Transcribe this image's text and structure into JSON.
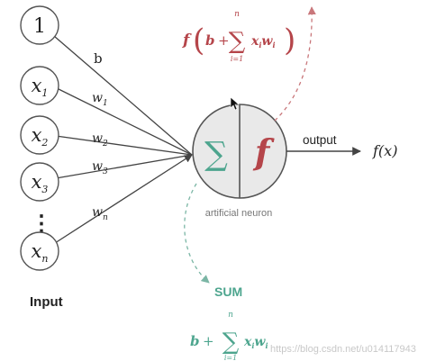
{
  "inputs": {
    "bias_node": "1",
    "nodes": [
      {
        "base": "x",
        "sub": "1"
      },
      {
        "base": "x",
        "sub": "2"
      },
      {
        "base": "x",
        "sub": "3"
      },
      {
        "base": "x",
        "sub": "n"
      }
    ],
    "ellipsis": "⋮",
    "label": "Input"
  },
  "weights": {
    "bias": "b",
    "w1": {
      "base": "w",
      "sub": "1"
    },
    "w2": {
      "base": "w",
      "sub": "2"
    },
    "w3": {
      "base": "w",
      "sub": "3"
    },
    "wn": {
      "base": "w",
      "sub": "n"
    }
  },
  "neuron": {
    "sum_symbol": "∑",
    "activation_symbol": "f",
    "caption": "artificial neuron"
  },
  "output": {
    "label": "output",
    "result": "f(x)"
  },
  "activation_formula": {
    "f": "f",
    "b": "b",
    "plus": "+",
    "sum": "∑",
    "upper": "n",
    "lower": "i=1",
    "x": "x",
    "i1": "i",
    "w": "w",
    "i2": "i",
    "lparen": "(",
    "rparen": ")"
  },
  "sum_label": "SUM",
  "sum_formula": {
    "b": "b",
    "plus": "+",
    "sum": "∑",
    "upper": "n",
    "lower": "i=1",
    "x": "x",
    "i1": "i",
    "w": "w",
    "i2": "i"
  },
  "watermark": "https://blog.csdn.net/u014117943",
  "colors": {
    "activation": "#b5454a",
    "sum": "#4da58e",
    "node_stroke": "#555555",
    "line": "#444444"
  }
}
